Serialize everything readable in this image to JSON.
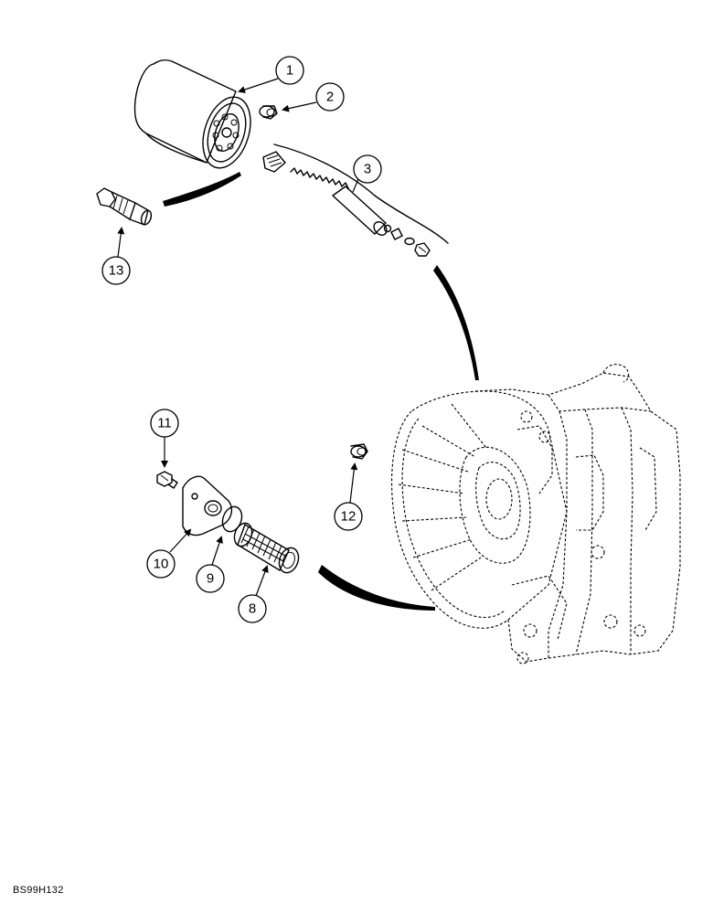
{
  "figure_code": "BS99H132",
  "callouts": [
    {
      "id": "c1",
      "label": "1"
    },
    {
      "id": "c2",
      "label": "2"
    },
    {
      "id": "c3",
      "label": "3"
    },
    {
      "id": "c8",
      "label": "8"
    },
    {
      "id": "c9",
      "label": "9"
    },
    {
      "id": "c10",
      "label": "10"
    },
    {
      "id": "c11",
      "label": "11"
    },
    {
      "id": "c12",
      "label": "12"
    },
    {
      "id": "c13",
      "label": "13"
    }
  ]
}
